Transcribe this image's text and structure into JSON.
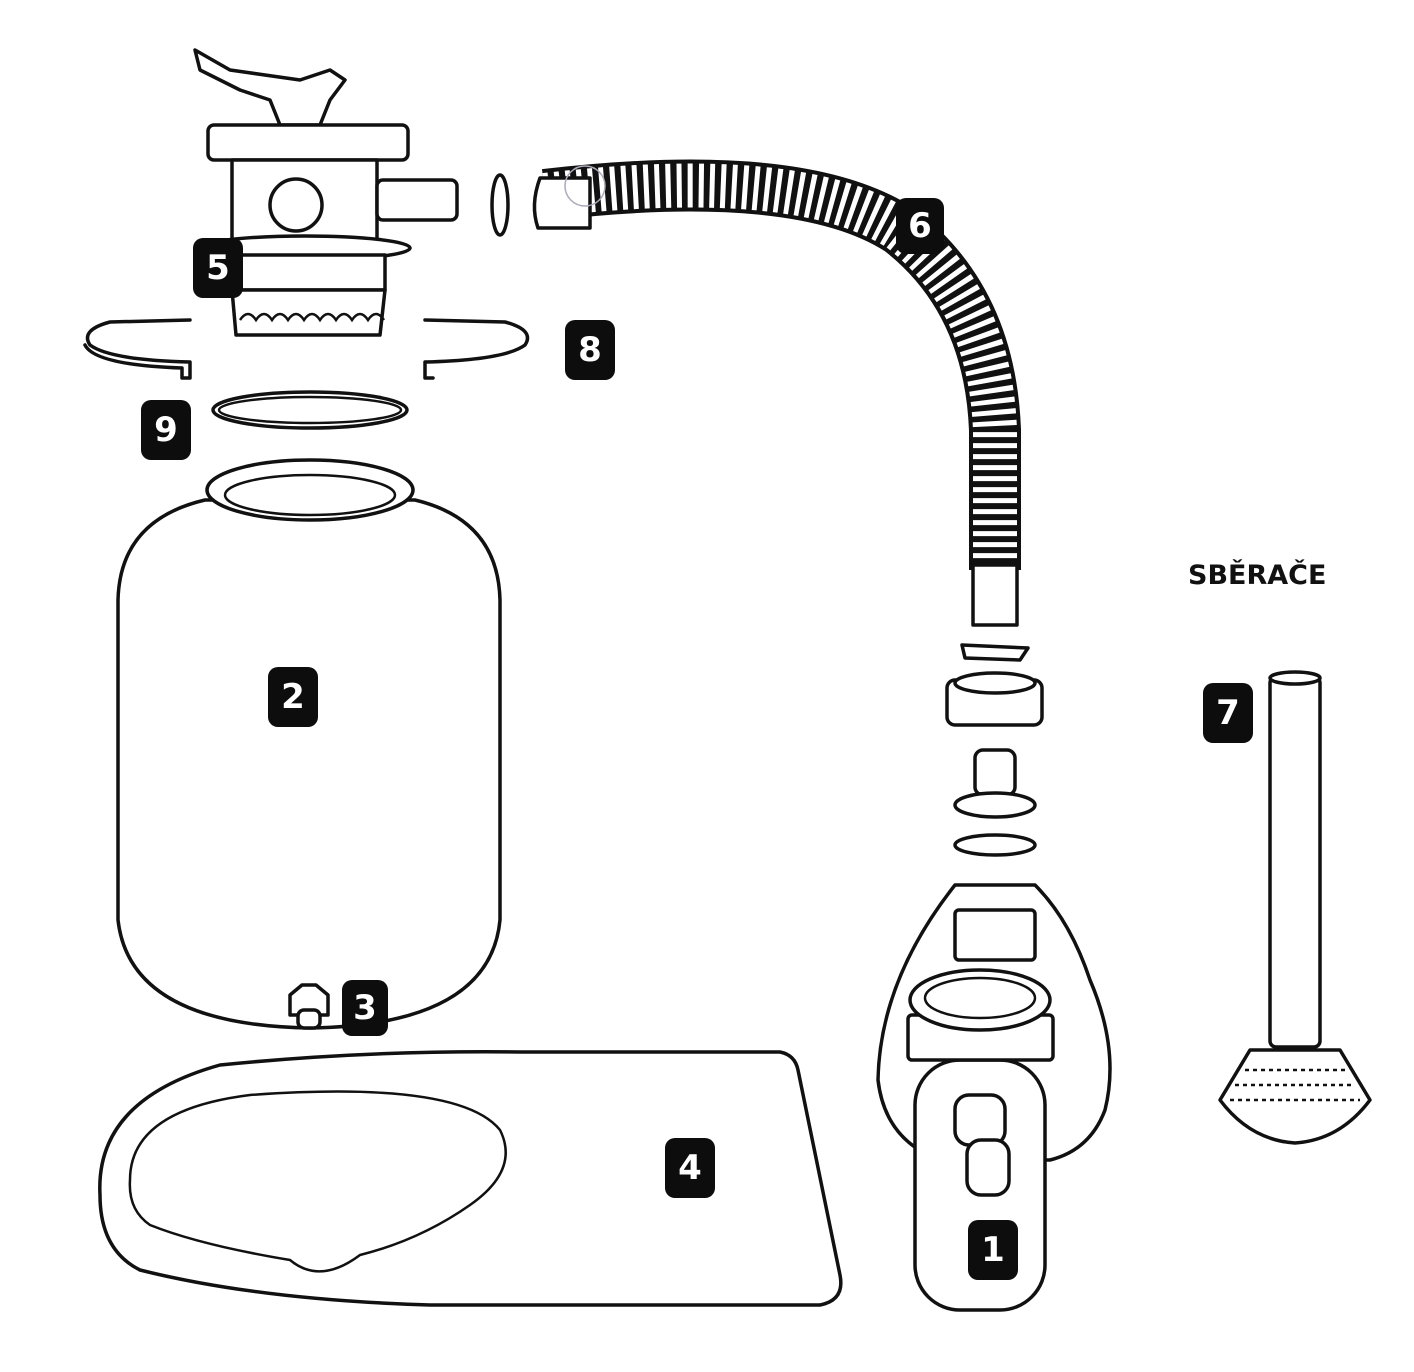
{
  "section_title": "SBĚRAČE",
  "labels": {
    "pump": "1",
    "tank": "2",
    "drain_cap": "3",
    "base": "4",
    "valve": "5",
    "hose": "6",
    "skimmer": "7",
    "clamp": "8",
    "o_ring": "9"
  }
}
